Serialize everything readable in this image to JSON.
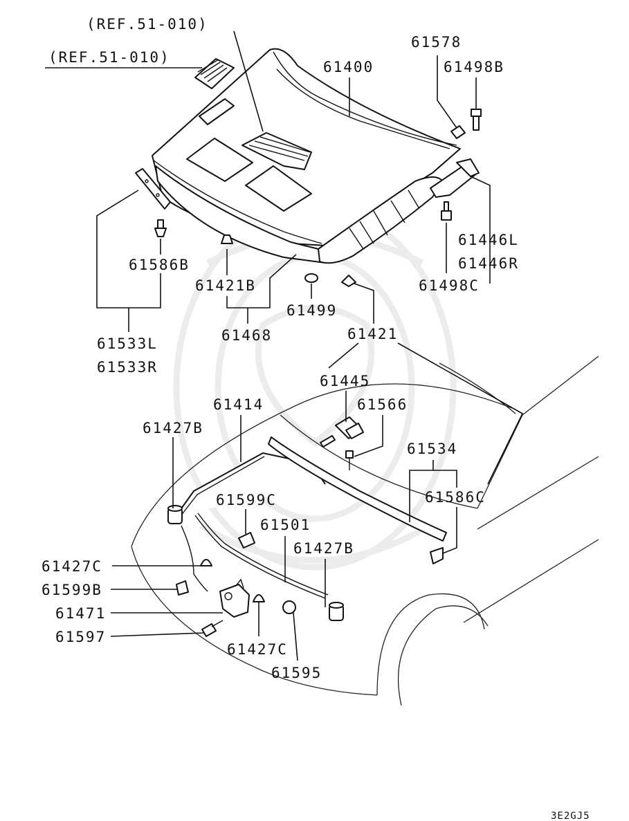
{
  "labels": {
    "ref1": "(REF.51-010)",
    "ref2": "(REF.51-010)",
    "p61400": "61400",
    "p61578": "61578",
    "p61498B": "61498B",
    "p61446L": "61446L",
    "p61446R": "61446R",
    "p61498C": "61498C",
    "p61586B": "61586B",
    "p61421B": "61421B",
    "p61499": "61499",
    "p61468": "61468",
    "p61421": "61421",
    "p61533L": "61533L",
    "p61533R": "61533R",
    "p61445": "61445",
    "p61566": "61566",
    "p61414": "61414",
    "p61427B_top": "61427B",
    "p61534": "61534",
    "p61586C": "61586C",
    "p61599C": "61599C",
    "p61501": "61501",
    "p61427B_mid": "61427B",
    "p61427C_left": "61427C",
    "p61599B": "61599B",
    "p61471": "61471",
    "p61597": "61597",
    "p61427C_bottom": "61427C",
    "p61595": "61595"
  },
  "diagram_code": "3E2GJ5"
}
